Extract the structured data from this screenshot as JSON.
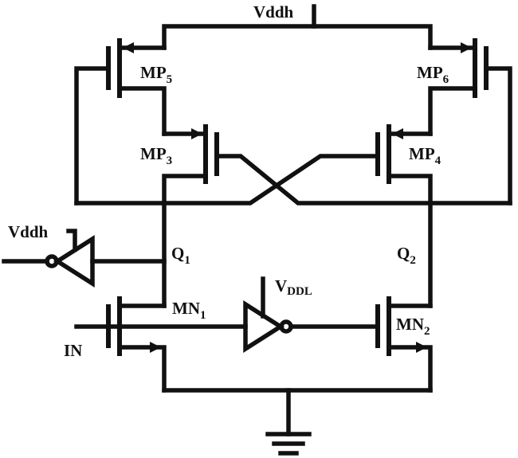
{
  "labels": {
    "vddh_top": "Vddh",
    "mp5": {
      "main": "MP",
      "sub": "5"
    },
    "mp6": {
      "main": "MP",
      "sub": "6"
    },
    "mp3": {
      "main": "MP",
      "sub": "3"
    },
    "mp4": {
      "main": "MP",
      "sub": "4"
    },
    "q1": {
      "main": "Q",
      "sub": "1"
    },
    "q2": {
      "main": "Q",
      "sub": "2"
    },
    "vddh_left": "Vddh",
    "vddl": {
      "main": "V",
      "sub": "DDL"
    },
    "mn1": {
      "main": "MN",
      "sub": "1"
    },
    "mn2": {
      "main": "MN",
      "sub": "2"
    },
    "in": "IN"
  }
}
